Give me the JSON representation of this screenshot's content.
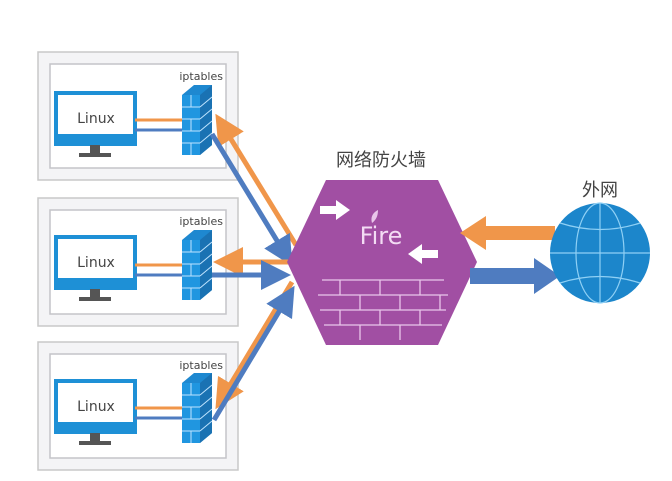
{
  "firewall": {
    "title": "网络防火墙",
    "logo": "Fire"
  },
  "internet": {
    "label": "外网"
  },
  "hosts": [
    {
      "os_label": "Linux",
      "firewall_label": "iptables"
    },
    {
      "os_label": "Linux",
      "firewall_label": "iptables"
    },
    {
      "os_label": "Linux",
      "firewall_label": "iptables"
    }
  ],
  "colors": {
    "inbound": "#f0964a",
    "outbound": "#4f7cc0",
    "firewall": "#a14fa3",
    "globe": "#1c86cb",
    "monitor": "#1e90d6",
    "box_border": "#c8c8c8"
  }
}
